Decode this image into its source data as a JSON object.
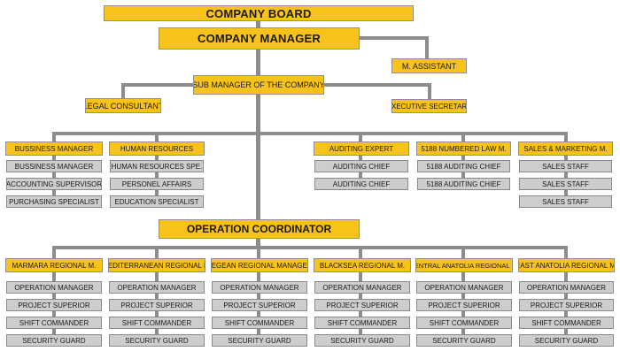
{
  "board": "COMPANY BOARD",
  "manager": "COMPANY MANAGER",
  "assistant": "M. ASSISTANT",
  "sub_manager": "SUB MANAGER OF THE COMPANY",
  "legal": "LEGAL CONSULTANT",
  "secretary": "EXECUTIVE SECRETARY",
  "departments": [
    {
      "title": "BUSSINESS MANAGER",
      "staff": [
        "BUSSINESS MANAGER",
        "ACCOUNTING SUPERVISOR",
        "PURCHASING SPECIALIST"
      ]
    },
    {
      "title": "HUMAN RESOURCES",
      "staff": [
        "HUMAN RESOURCES SPE.",
        "PERSONEL AFFAIRS",
        "EDUCATION SPECIALIST"
      ]
    },
    {
      "title": "AUDITING EXPERT",
      "staff": [
        "AUDITING CHIEF",
        "AUDITING CHIEF"
      ]
    },
    {
      "title": "5188 NUMBERED LAW M.",
      "staff": [
        "5188 AUDITING CHIEF",
        "5188 AUDITING CHIEF"
      ]
    },
    {
      "title": "SALES & MARKETING M.",
      "staff": [
        "SALES STAFF",
        "SALES STAFF",
        "SALES STAFF"
      ]
    }
  ],
  "coordinator": "OPERATION COORDINATOR",
  "regions": [
    {
      "title": "MARMARA REGIONAL M.",
      "staff": [
        "OPERATION MANAGER",
        "PROJECT SUPERIOR",
        "SHIFT COMMANDER",
        "SECURITY GUARD"
      ]
    },
    {
      "title": "MEDITERRANEAN REGIONAL M.",
      "staff": [
        "OPERATION MANAGER",
        "PROJECT SUPERIOR",
        "SHIFT COMMANDER",
        "SECURITY GUARD"
      ]
    },
    {
      "title": "AEGEAN REGIONAL MANAGER",
      "staff": [
        "OPERATION MANAGER",
        "PROJECT SUPERIOR",
        "SHIFT COMMANDER",
        "SECURITY GUARD"
      ]
    },
    {
      "title": "BLACKSEA REGIONAL M.",
      "staff": [
        "OPERATION MANAGER",
        "PROJECT SUPERIOR",
        "SHIFT COMMANDER",
        "SECURITY GUARD"
      ]
    },
    {
      "title": "CENTRAL ANATOLIA REGIONAL M.",
      "staff": [
        "OPERATION MANAGER",
        "PROJECT SUPERIOR",
        "SHIFT COMMANDER",
        "SECURITY GUARD"
      ]
    },
    {
      "title": "EAST ANATOLIA REGIONAL M.",
      "staff": [
        "OPERATION MANAGER",
        "PROJECT SUPERIOR",
        "SHIFT COMMANDER",
        "SECURITY GUARD"
      ]
    }
  ],
  "colors": {
    "box_yellow": "#f7c21a",
    "box_grey": "#cdcdcd",
    "connector": "#8c8c8c"
  }
}
